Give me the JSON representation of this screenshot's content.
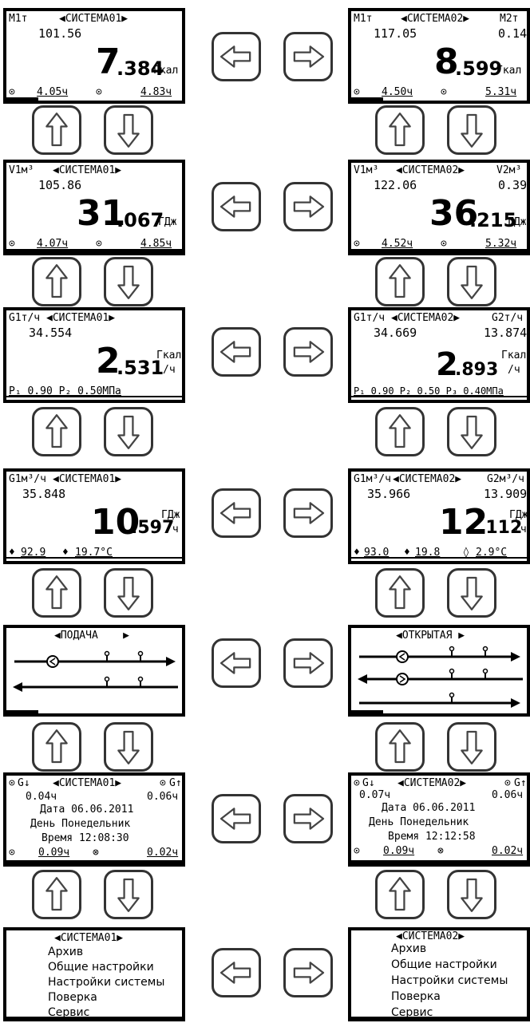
{
  "nav": {
    "left_icon": "arrow-left-icon",
    "right_icon": "arrow-right-icon",
    "up_icon": "arrow-up-icon",
    "down_icon": "arrow-down-icon"
  },
  "row1": {
    "left": {
      "param": "M1т",
      "system": "◀СИСТЕМА01▶",
      "value1": "101.56",
      "big_int": "7",
      "big_frac": ".384",
      "unit": "Гкал",
      "t1": "4.05ч",
      "t2": "4.83ч"
    },
    "right": {
      "param": "M1т",
      "system": "◀СИСТЕМА02▶",
      "param2": "M2т",
      "value1": "117.05",
      "value2": "0.14",
      "big_int": "8",
      "big_frac": ".599",
      "unit": "Гкал",
      "t1": "4.50ч",
      "t2": "5.31ч"
    }
  },
  "row2": {
    "left": {
      "param": "V1м³",
      "system": "◀СИСТЕМА01▶",
      "value1": "105.86",
      "big_int": "31",
      "big_frac": ".067",
      "unit": "ГДж",
      "t1": "4.07ч",
      "t2": "4.85ч"
    },
    "right": {
      "param": "V1м³",
      "system": "◀СИСТЕМА02▶",
      "param2": "V2м³",
      "value1": "122.06",
      "value2": "0.39",
      "big_int": "36",
      "big_frac": ".215",
      "unit": "ГДж",
      "t1": "4.52ч",
      "t2": "5.32ч"
    }
  },
  "row3": {
    "left": {
      "param": "G1т/ч",
      "system": "◀СИСТЕМА01▶",
      "value1": "34.554",
      "big_int": "2",
      "big_frac": ".531",
      "unit_top": "Гкал",
      "unit_bot": "/ч",
      "footer": "P₁ 0.90 P₂ 0.50МПа"
    },
    "right": {
      "param": "G1т/ч",
      "system": "◀СИСТЕМА02▶",
      "param2": "G2т/ч",
      "value1": "34.669",
      "value2": "13.874",
      "big_int": "2",
      "big_frac": ".893",
      "unit_top": "Гкал",
      "unit_bot": "/ч",
      "footer": "P₁ 0.90 P₂ 0.50 P₃ 0.40МПа"
    }
  },
  "row4": {
    "left": {
      "param": "G1м³/ч",
      "system": "◀СИСТЕМА01▶",
      "value1": "35.848",
      "big_int": "10",
      "big_frac": ".597",
      "unit_top": "ГДж",
      "unit_bot": "/ч",
      "temp1": "92.9",
      "temp2": "19.7°C"
    },
    "right": {
      "param": "G1м³/ч",
      "system": "◀СИСТЕМА02▶",
      "param2": "G2м³/ч",
      "value1": "35.966",
      "value2": "13.909",
      "big_int": "12",
      "big_frac": ".112",
      "unit_top": "ГДж",
      "unit_bot": "/ч",
      "temp1": "93.0",
      "temp2": "19.8",
      "temp3": "2.9°C"
    }
  },
  "row5": {
    "left": {
      "title": "◀ПОДАЧА    ▶"
    },
    "right": {
      "title": "◀ОТКРЫТАЯ ▶"
    }
  },
  "row6": {
    "left": {
      "g_down": "G↓",
      "system": "◀СИСТЕМА01▶",
      "g_up": "G↑",
      "v1": "0.04ч",
      "v2": "0.06ч",
      "date": "Дата 06.06.2011",
      "day": "День Понедельник",
      "time": "Время 12:08:30",
      "b1": "0.09ч",
      "b2": "0.02ч"
    },
    "right": {
      "g_down": "G↓",
      "system": "◀СИСТЕМА02▶",
      "g_up": "G↑",
      "v1": "0.07ч",
      "v2": "0.06ч",
      "date": "Дата 06.06.2011",
      "day": "День Понедельник",
      "time": "Время 12:12:58",
      "b1": "0.09ч",
      "b2": "0.02ч"
    }
  },
  "row7": {
    "left": {
      "title": "◀СИСТЕМА01▶",
      "items": [
        "Архив",
        "Общие настройки",
        "Настройки системы",
        "Поверка",
        "Сервис"
      ]
    },
    "right": {
      "title": "◀СИСТЕМА02▶",
      "items": [
        "Архив",
        "Общие настройки",
        "Настройки системы",
        "Поверка",
        "Сервис"
      ]
    }
  }
}
